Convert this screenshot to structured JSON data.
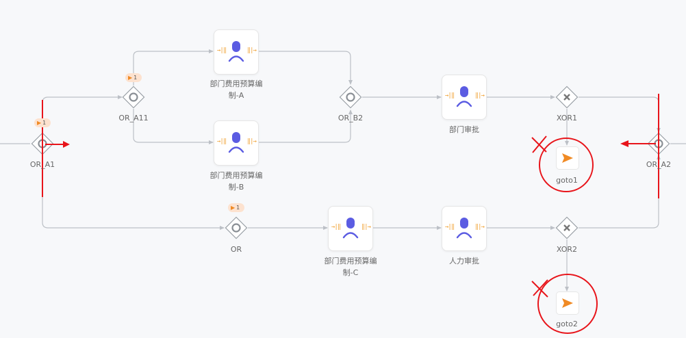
{
  "tasks": {
    "budget_a": {
      "label_line1": "部门费用预算编",
      "label_line2": "制-A"
    },
    "budget_b": {
      "label_line1": "部门费用预算编",
      "label_line2": "制-B"
    },
    "budget_c": {
      "label_line1": "部门费用预算编",
      "label_line2": "制-C"
    },
    "dept_approval": {
      "label": "部门审批"
    },
    "hr_approval": {
      "label": "人力审批"
    }
  },
  "gateways": {
    "or_a1": {
      "label": "OR_A1",
      "badge": "1"
    },
    "or_a11": {
      "label": "OR_A11",
      "badge": "1"
    },
    "or_b2": {
      "label": "OR_B2"
    },
    "or": {
      "label": "OR",
      "badge": "1"
    },
    "xor1": {
      "label": "XOR1"
    },
    "xor2": {
      "label": "XOR2"
    },
    "or_a2": {
      "label": "OR_A2"
    }
  },
  "gotos": {
    "goto1": {
      "label": "goto1"
    },
    "goto2": {
      "label": "goto2"
    }
  },
  "colors": {
    "edge": "#bcc0c6",
    "annotation": "#e8141a",
    "accent": "#5b5ce2",
    "pin": "#f0a030",
    "goto_arrow": "#f08a24"
  }
}
